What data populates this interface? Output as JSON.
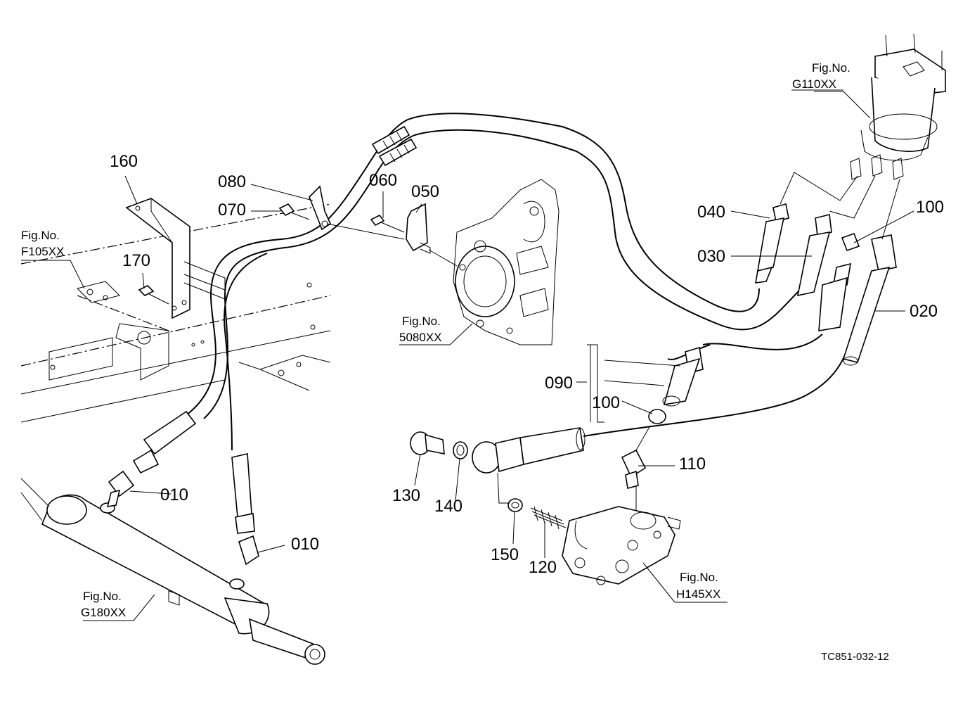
{
  "part_labels": {
    "p160": "160",
    "p080": "080",
    "p070": "070",
    "p060": "060",
    "p050": "050",
    "p170": "170",
    "p040": "040",
    "p030": "030",
    "p100a": "100",
    "p020": "020",
    "p090": "090",
    "p100b": "100",
    "p110": "110",
    "p130": "130",
    "p140": "140",
    "p150": "150",
    "p120": "120",
    "p010a": "010",
    "p010b": "010"
  },
  "figure_refs": {
    "g110": {
      "line1": "Fig.No.",
      "line2": "G110XX"
    },
    "f105": {
      "line1": "Fig.No.",
      "line2": "F105XX"
    },
    "s5080": {
      "line1": "Fig.No.",
      "line2": "5080XX"
    },
    "h145": {
      "line1": "Fig.No.",
      "line2": "H145XX"
    },
    "g180": {
      "line1": "Fig.No.",
      "line2": "G180XX"
    }
  },
  "drawing_code": "TC851-032-12"
}
